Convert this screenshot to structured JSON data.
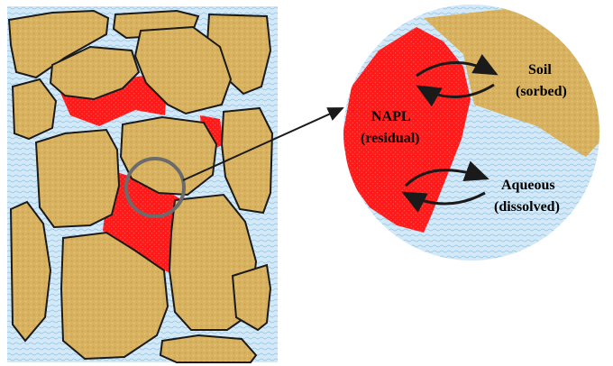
{
  "figure": {
    "labels": {
      "napl_line1": "NAPL",
      "napl_line2": "(residual)",
      "soil_line1": "Soil",
      "soil_line2": "(sorbed)",
      "aqueous_line1": "Aqueous",
      "aqueous_line2": "(dissolved)"
    },
    "colors": {
      "water": "#cfe6f5",
      "soil": "#d9b25f",
      "napl": "#ff1a1a",
      "outline": "#1a1a1a",
      "magnifier_ring": "#6b6b6b"
    },
    "icons": [
      "magnifier-circle",
      "pointer-arrow",
      "cycle-arrows"
    ]
  }
}
